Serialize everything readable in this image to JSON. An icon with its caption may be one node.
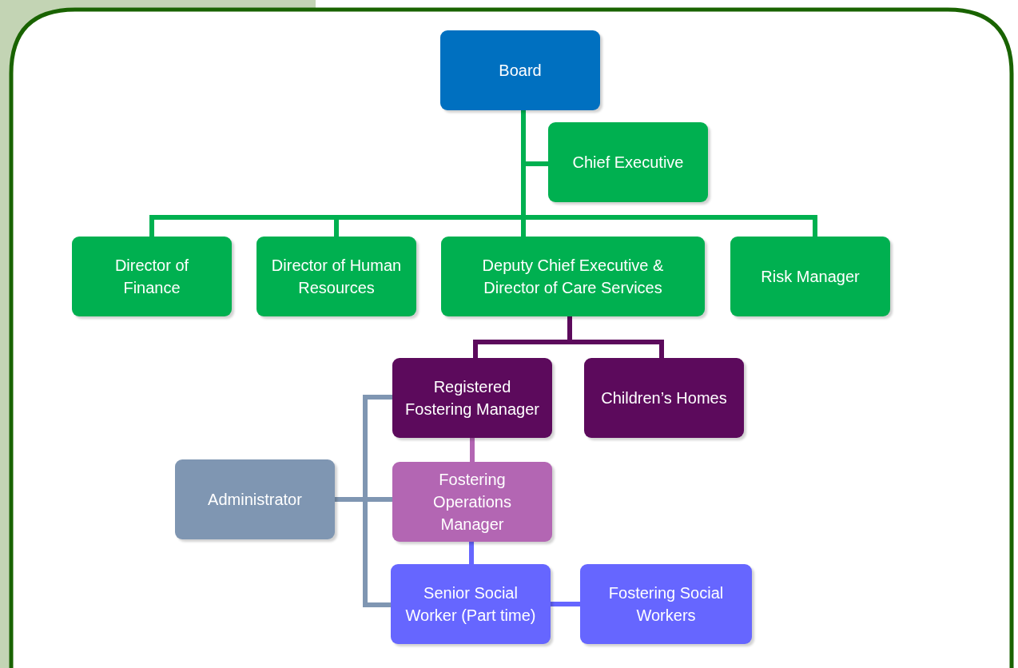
{
  "diagram": {
    "nodes": [
      {
        "text": [
          "Board"
        ]
      },
      {
        "text": [
          "Chief Executive"
        ]
      },
      {
        "text": [
          "Director of Finance"
        ]
      },
      {
        "text": [
          "Director of Human Resources"
        ]
      },
      {
        "text": [
          "Deputy Chief Executive & Director of Care Services"
        ]
      },
      {
        "text": [
          "Risk Manager"
        ]
      },
      {
        "text": [
          "Registered Fostering Manager"
        ]
      },
      {
        "text": [
          "Children’s Homes"
        ]
      },
      {
        "text": [
          "Administrator"
        ]
      },
      {
        "text": [
          "Fostering Operations Manager"
        ]
      },
      {
        "text": [
          "Senior Social Worker (Part time)"
        ]
      },
      {
        "text": [
          "Fostering Social Workers"
        ]
      }
    ],
    "edges": [
      {
        "from": 0,
        "to": 1,
        "arrow": "none"
      },
      {
        "from": 0,
        "to": 2,
        "arrow": "none"
      },
      {
        "from": 0,
        "to": 3,
        "arrow": "none"
      },
      {
        "from": 0,
        "to": 4,
        "arrow": "none"
      },
      {
        "from": 0,
        "to": 5,
        "arrow": "none"
      },
      {
        "from": 4,
        "to": 6,
        "arrow": "none",
        "color": "#5c0a5c"
      },
      {
        "from": 4,
        "to": 7,
        "arrow": "none",
        "color": "#5c0a5c"
      },
      {
        "from": 6,
        "to": 9,
        "arrow": "none",
        "color": "#b366b3"
      },
      {
        "from": 9,
        "to": 10,
        "arrow": "none",
        "color": "#6666ff"
      },
      {
        "from": 10,
        "to": 11,
        "arrow": "none",
        "color": "#6666ff"
      },
      {
        "from": 8,
        "to": 6,
        "arrow": "none",
        "color": "#7f96b2"
      },
      {
        "from": 8,
        "to": 9,
        "arrow": "none",
        "color": "#7f96b2"
      },
      {
        "from": 8,
        "to": 10,
        "arrow": "none",
        "color": "#7f96b2"
      }
    ]
  }
}
